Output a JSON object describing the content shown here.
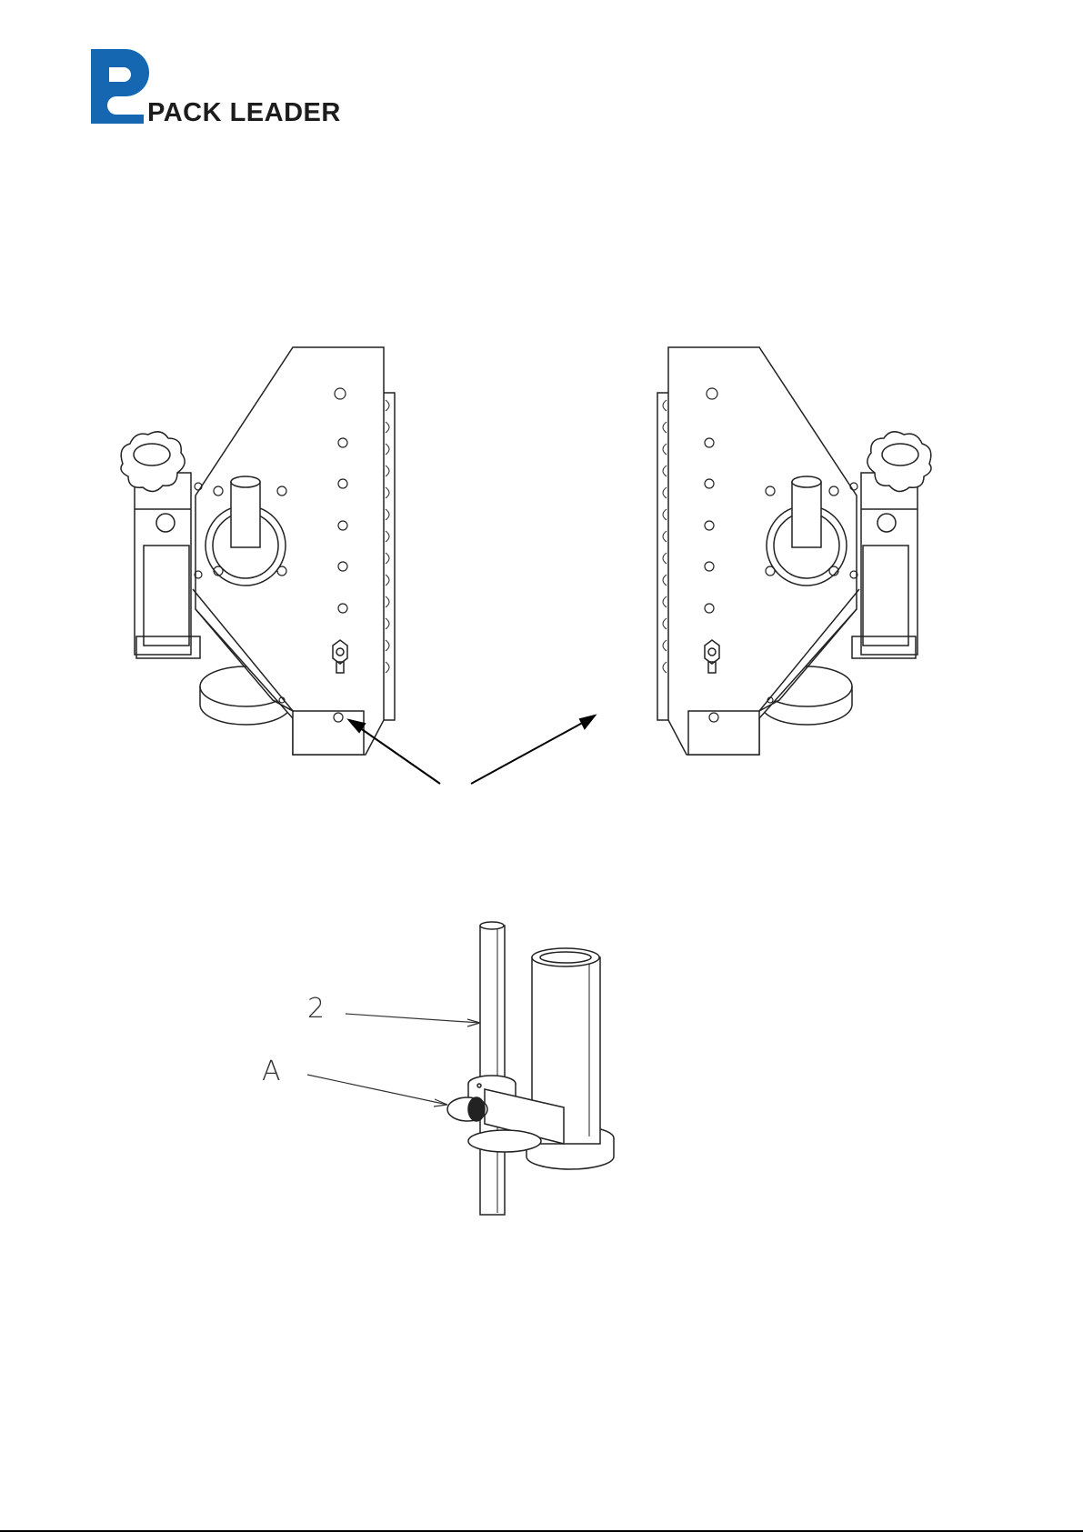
{
  "header": {
    "brand_name": "PACK LEADER",
    "brand_color": "#1467b0",
    "logo_icon": "pack-leader-logo-icon"
  },
  "figures": {
    "top": {
      "description_icon": "labeler-heads-pair-icon"
    },
    "bottom": {
      "callouts": {
        "label_2": "2",
        "label_a": "A"
      }
    }
  }
}
